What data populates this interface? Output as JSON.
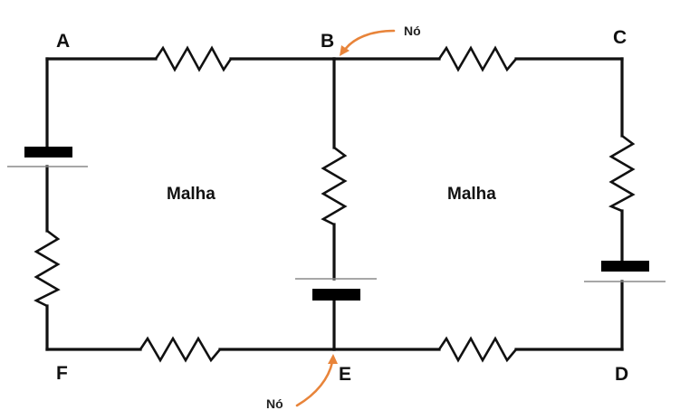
{
  "diagram": {
    "type": "electric-circuit",
    "nodes": [
      {
        "id": "A",
        "label": "A"
      },
      {
        "id": "B",
        "label": "B"
      },
      {
        "id": "C",
        "label": "C"
      },
      {
        "id": "D",
        "label": "D"
      },
      {
        "id": "E",
        "label": "E"
      },
      {
        "id": "F",
        "label": "F"
      }
    ],
    "meshes": [
      {
        "id": "left",
        "label": "Malha"
      },
      {
        "id": "right",
        "label": "Malha"
      }
    ],
    "node_annotations": [
      {
        "target": "B",
        "label": "Nó"
      },
      {
        "target": "E",
        "label": "Nó"
      }
    ],
    "branches": [
      {
        "from": "A",
        "to": "B",
        "components": [
          "resistor"
        ]
      },
      {
        "from": "B",
        "to": "C",
        "components": [
          "resistor"
        ]
      },
      {
        "from": "C",
        "to": "D",
        "components": [
          "resistor",
          "battery"
        ]
      },
      {
        "from": "D",
        "to": "E",
        "components": [
          "resistor"
        ]
      },
      {
        "from": "E",
        "to": "F",
        "components": [
          "resistor"
        ]
      },
      {
        "from": "F",
        "to": "A",
        "components": [
          "resistor",
          "battery"
        ]
      },
      {
        "from": "B",
        "to": "E",
        "components": [
          "resistor",
          "battery"
        ]
      }
    ],
    "colors": {
      "wire": "#111111",
      "annotation_arrow": "#e8843a"
    }
  }
}
